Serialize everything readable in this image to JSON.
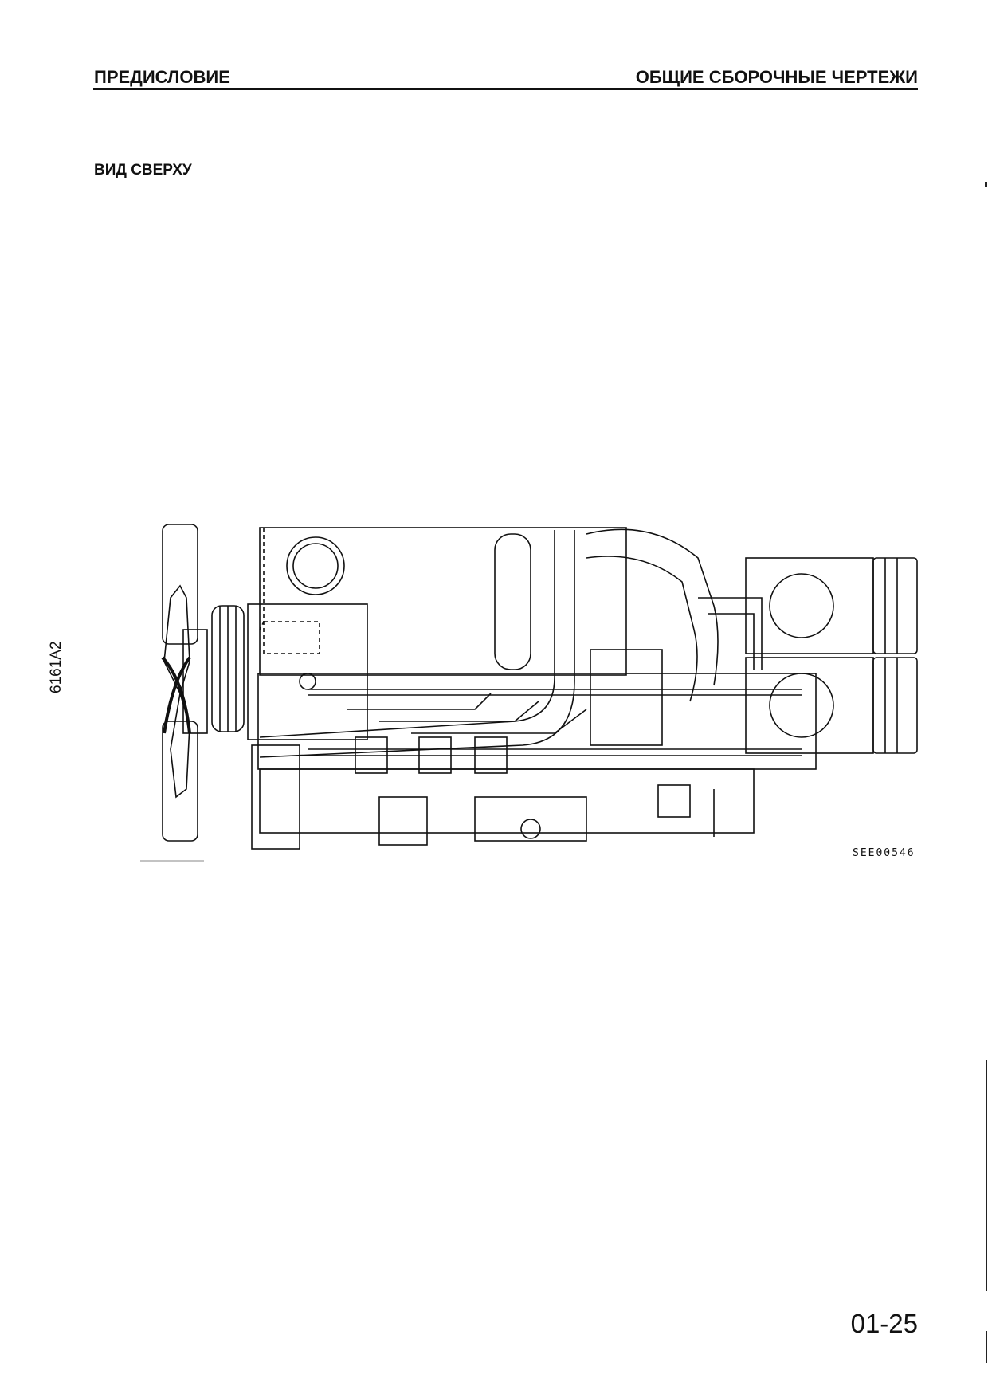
{
  "header": {
    "left_title": "ПРЕДИСЛОВИЕ",
    "right_title": "ОБЩИЕ СБОРОЧНЫЕ ЧЕРТЕЖИ"
  },
  "section": {
    "title": "ВИД СВЕРХУ"
  },
  "side_code": "6161A2",
  "drawing": {
    "code": "SEE00546"
  },
  "footer": {
    "page_number": "01-25"
  }
}
